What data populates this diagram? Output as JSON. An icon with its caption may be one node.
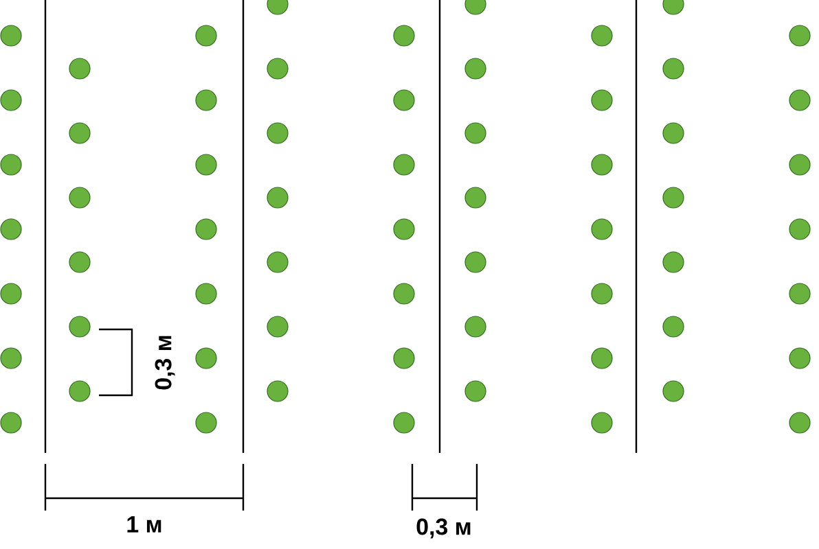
{
  "diagram": {
    "labels": [
      "0,3 м",
      "1 м",
      "0,3 м"
    ]
  }
}
